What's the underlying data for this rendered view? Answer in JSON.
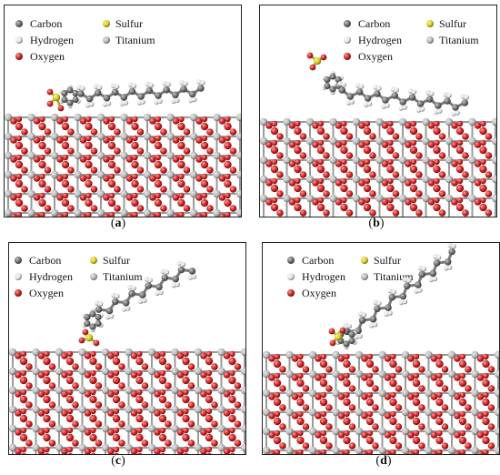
{
  "legend": {
    "carbon": "Carbon",
    "hydrogen": "Hydrogen",
    "oxygen": "Oxygen",
    "sulfur": "Sulfur",
    "titanium": "Titanium"
  },
  "colors": {
    "carbon": "#6e6e6e",
    "hydrogen": "#e6e6e6",
    "oxygen": "#d42020",
    "sulfur": "#e0d020",
    "titanium": "#bdbdbd"
  },
  "panels": [
    {
      "id": "a",
      "caption_open": "(",
      "caption_letter": "a",
      "caption_close": ")"
    },
    {
      "id": "b",
      "caption_open": "(",
      "caption_letter": "b",
      "caption_close": ")"
    },
    {
      "id": "c",
      "caption_open": "(",
      "caption_letter": "c",
      "caption_close": ")"
    },
    {
      "id": "d",
      "caption_open": "(",
      "caption_letter": "d",
      "caption_close": ")"
    }
  ]
}
